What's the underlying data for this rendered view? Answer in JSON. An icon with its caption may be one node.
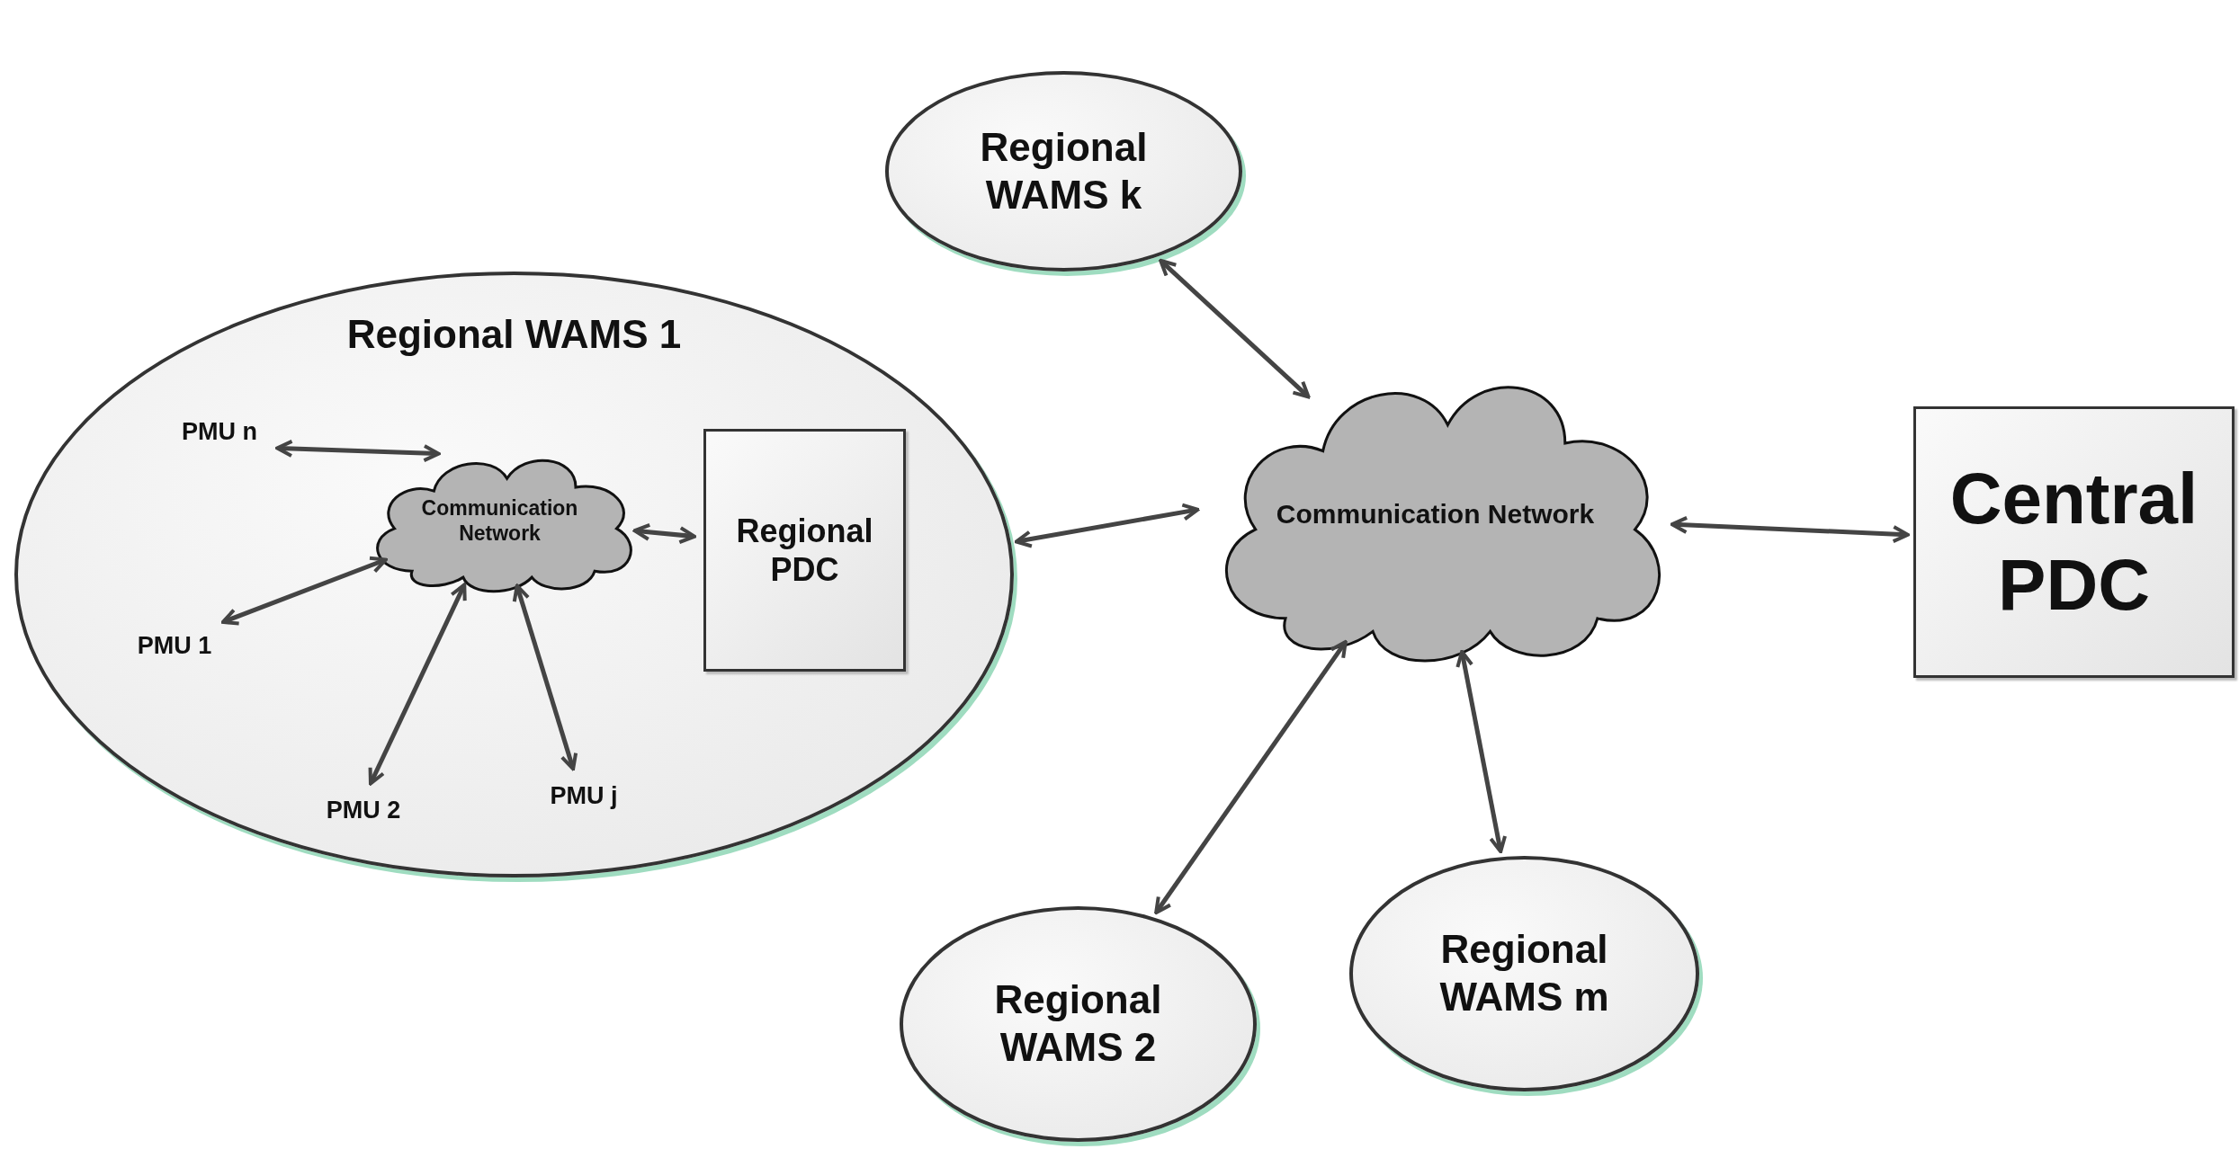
{
  "diagram": {
    "nodes": [
      {
        "text": [
          "Regional WAMS 1"
        ]
      },
      {
        "text": [
          "PMU n"
        ],
        "in": 0
      },
      {
        "text": [
          "Communication Network"
        ],
        "in": 0
      },
      {
        "text": [
          "Regional PDC"
        ],
        "in": 0
      },
      {
        "text": [
          "PMU 1"
        ],
        "in": 0
      },
      {
        "text": [
          "PMU 2"
        ],
        "in": 0
      },
      {
        "text": [
          "PMU j"
        ],
        "in": 0
      },
      {
        "text": [
          "Regional WAMS k"
        ]
      },
      {
        "text": [
          "Communication Network"
        ]
      },
      {
        "text": [
          "Central PDC"
        ]
      },
      {
        "text": [
          "Regional WAMS 2"
        ]
      },
      {
        "text": [
          "Regional WAMS m"
        ]
      }
    ],
    "edges": [
      {
        "from": 1,
        "to": 2,
        "arrow": "both"
      },
      {
        "from": 4,
        "to": 2,
        "arrow": "both"
      },
      {
        "from": 5,
        "to": 2,
        "arrow": "both"
      },
      {
        "from": 6,
        "to": 2,
        "arrow": "both"
      },
      {
        "from": 2,
        "to": 3,
        "arrow": "both"
      },
      {
        "from": 0,
        "to": 8,
        "arrow": "both"
      },
      {
        "from": 7,
        "to": 8,
        "arrow": "both"
      },
      {
        "from": 8,
        "to": 9,
        "arrow": "both"
      },
      {
        "from": 10,
        "to": 8,
        "arrow": "both"
      },
      {
        "from": 11,
        "to": 8,
        "arrow": "both"
      }
    ]
  }
}
